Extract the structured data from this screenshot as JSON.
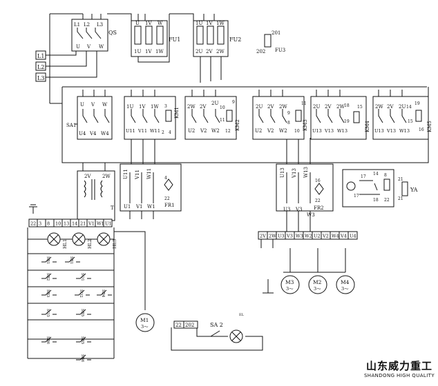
{
  "supply": {
    "lines": [
      "L1",
      "L2",
      "L3"
    ]
  },
  "qs": {
    "name": "QS",
    "top": [
      "L1",
      "L2",
      "L3"
    ],
    "bottom": [
      "U",
      "V",
      "W"
    ]
  },
  "fu1": {
    "name": "FU1",
    "top": [
      "U",
      "1V",
      "W"
    ],
    "bottom": [
      "1U",
      "1V",
      "1W"
    ]
  },
  "fu2": {
    "name": "FU2",
    "top": [
      "1U",
      "1V",
      "1W"
    ],
    "bottom": [
      "2U",
      "2V",
      "2W"
    ]
  },
  "fu3": {
    "name": "FU3",
    "top": "201",
    "bottom": "202"
  },
  "sa1": {
    "name": "SA1",
    "top": [
      "U",
      "V",
      "W"
    ],
    "bottom": [
      "U4",
      "V4",
      "W4"
    ]
  },
  "km1": {
    "name": "KM1",
    "top": [
      "1U",
      "1V",
      "1W"
    ],
    "bottom": [
      "U11",
      "V11",
      "W11"
    ],
    "aux": [
      "3",
      "4",
      "2"
    ]
  },
  "km2": {
    "name": "KM2",
    "top": [
      "2W",
      "2V",
      "2U"
    ],
    "bottom": [
      "U2",
      "V2",
      "W2"
    ],
    "aux": [
      "10",
      "9",
      "11",
      "12"
    ]
  },
  "km3": {
    "name": "KM3",
    "top": [
      "2U",
      "2V",
      "2W"
    ],
    "bottom": [
      "U2",
      "V2",
      "W2"
    ],
    "aux": [
      "9",
      "11",
      "8",
      "10"
    ]
  },
  "km4": {
    "name": "KM4",
    "top": [
      "2U",
      "2V",
      "2W"
    ],
    "bottom": [
      "U13",
      "V13",
      "W13"
    ],
    "aux": [
      "18",
      "19",
      "15"
    ]
  },
  "km5": {
    "name": "KM5",
    "top": [
      "2W",
      "2V",
      "2U"
    ],
    "bottom": [
      "U13",
      "V13",
      "W13"
    ],
    "aux": [
      "14",
      "19",
      "15",
      "16"
    ]
  },
  "transformer": {
    "left": "2V",
    "right": "2W",
    "tap": "T"
  },
  "fr1": {
    "name": "FR1",
    "top": [
      "U11",
      "V11",
      "W11"
    ],
    "bottom": [
      "U1",
      "V1",
      "W1"
    ],
    "contacts": [
      "4",
      "22"
    ]
  },
  "fr2": {
    "name": "FR2",
    "top": [
      "U13",
      "V13",
      "W13"
    ],
    "bottom": [
      "U3",
      "V3",
      "W3"
    ],
    "contacts": [
      "16",
      "22"
    ]
  },
  "ya": {
    "name": "YA",
    "nums": [
      "14",
      "17",
      "17",
      "18",
      "22",
      "21",
      "21",
      "8"
    ]
  },
  "terminal_left": {
    "labels": [
      "22",
      "3",
      "8",
      "10",
      "13",
      "14",
      "21",
      "V1",
      "W1",
      "U1"
    ]
  },
  "terminal_right": {
    "labels": [
      "2V",
      "2W",
      "U3",
      "V3",
      "W3",
      "W2",
      "U2",
      "V2",
      "W4",
      "V4",
      "U4"
    ]
  },
  "lamps": {
    "labels": [
      "HL1",
      "HL2",
      "HL3"
    ]
  },
  "buttons": {
    "labels": [
      "SB1",
      "SB1",
      "SB2",
      "SQ1",
      "SB3",
      "SQ2",
      "SB4",
      "SB5",
      "SQ3",
      "SB6",
      "SB5",
      "SB6"
    ]
  },
  "motors": [
    {
      "name": "M1",
      "rating": "3～"
    },
    {
      "name": "M3",
      "rating": "3～"
    },
    {
      "name": "M2",
      "rating": "3～"
    },
    {
      "name": "M4",
      "rating": "3～"
    }
  ],
  "sa2": {
    "name": "SA 2",
    "terminals": [
      "22",
      "202"
    ],
    "mark": "EL"
  },
  "brand": {
    "cn": "山东威力重工",
    "en": "SHANDONG HIGH QUALITY"
  }
}
